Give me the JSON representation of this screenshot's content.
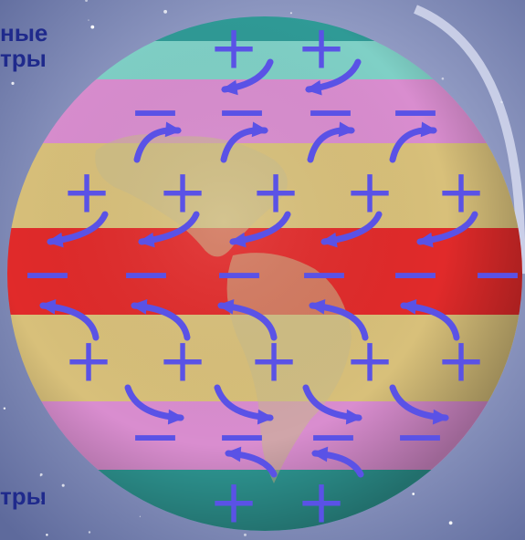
{
  "labels": {
    "top_line1": "ные",
    "top_line2": "тры",
    "bottom": "тры"
  },
  "signs": {
    "plus": "+",
    "minus": "−"
  },
  "colors": {
    "background": "#8e98c0",
    "sign_color": "#5a52e6",
    "arrow_color": "#5a52e6",
    "label_color": "#1f2a8c",
    "band_polar": "#2f9a96",
    "band_pink": "#d98dcf",
    "band_tan": "#d8c07a",
    "band_equator": "#e12a2a"
  },
  "bands": [
    {
      "id": "north-polar-cap",
      "color": "#2f9a96"
    },
    {
      "id": "north-polar-high",
      "color": "#7fd0c6"
    },
    {
      "id": "north-subpolar-low",
      "color": "#d98dcf"
    },
    {
      "id": "north-subtropical-high",
      "color": "#d8c07a"
    },
    {
      "id": "equatorial-low",
      "color": "#e12a2a"
    },
    {
      "id": "south-subtropical-high",
      "color": "#d8c07a"
    },
    {
      "id": "south-subpolar-low",
      "color": "#d98dcf"
    },
    {
      "id": "south-polar-high",
      "color": "#2f9a96"
    }
  ]
}
